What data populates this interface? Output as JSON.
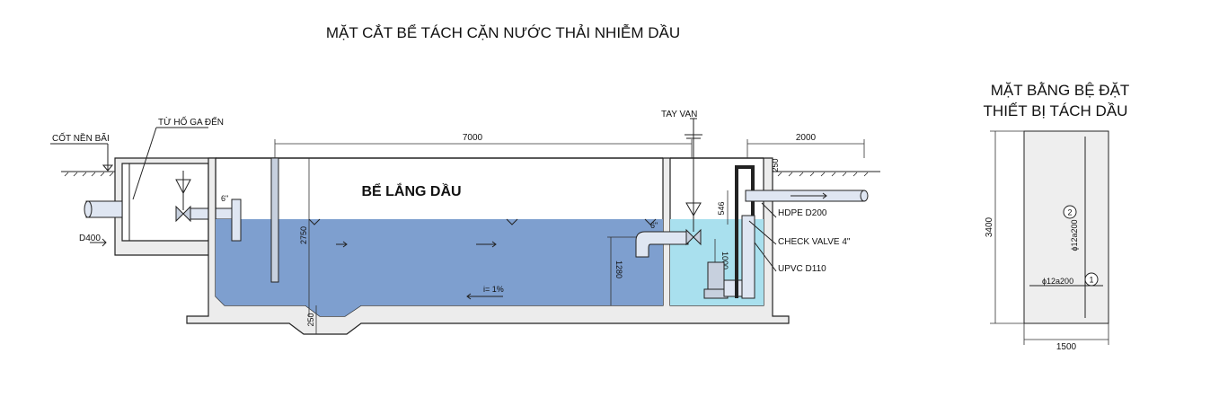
{
  "section": {
    "title": "MẶT CẮT BỂ TÁCH CẶN NƯỚC THẢI NHIỄM DẦU",
    "main_label": "BỂ LẮNG DẦU",
    "labels": {
      "ground_level": "CỐT NỀN BÃI",
      "from_manhole": "TỪ HỐ GA ĐẾN",
      "inlet_pipe": "D400",
      "valve_handle": "TAY VAN",
      "pipe_hdpe": "HDPE D200",
      "check_valve": "CHECK VALVE 4\"",
      "pipe_upvc": "UPVC D110",
      "slope": "i= 1%",
      "size_6_left": "6\"",
      "size_6_right": "6\""
    },
    "dimensions": {
      "length": "7000",
      "right_width": "2000",
      "depth": "2750",
      "pump_height": "1280",
      "pump_level": "1000",
      "outlet_height": "546",
      "top_offset": "250",
      "bottom_offset": "250"
    },
    "colors": {
      "water": "#7e9fcf",
      "pump_chamber_water": "#a9e0ee",
      "concrete": "#ececec"
    }
  },
  "plan": {
    "title_line1": "MẶT BẰNG BỆ ĐẶT",
    "title_line2": "THIẾT BỊ TÁCH DẦU",
    "height_dim": "3400",
    "width_dim": "1500",
    "rebar_1": "ϕ12a200",
    "rebar_2": "ϕ12a200",
    "marker_1": "1",
    "marker_2": "2"
  }
}
